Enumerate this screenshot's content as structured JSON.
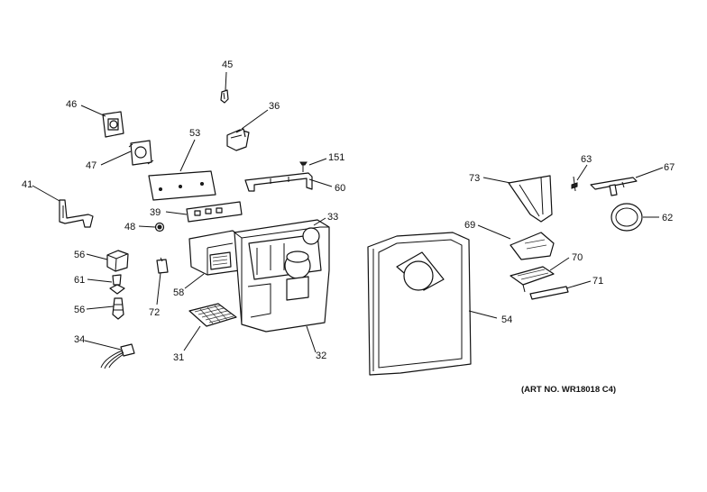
{
  "art_number": "(ART NO. WR18018 C4)",
  "header_marks": [
    "31",
    "32",
    "33",
    "34",
    "36",
    "39",
    "41",
    "45",
    "46",
    "47",
    "48",
    "53",
    "54",
    "56",
    "58",
    "60",
    "61",
    "62",
    "63",
    "67",
    "69",
    "70",
    "71",
    "72",
    "73",
    "151"
  ],
  "parts": [
    {
      "id": "p45",
      "label": "45"
    },
    {
      "id": "p46",
      "label": "46"
    },
    {
      "id": "p36",
      "label": "36"
    },
    {
      "id": "p53",
      "label": "53"
    },
    {
      "id": "p47",
      "label": "47"
    },
    {
      "id": "p151",
      "label": "151"
    },
    {
      "id": "p41",
      "label": "41"
    },
    {
      "id": "p60",
      "label": "60"
    },
    {
      "id": "p39",
      "label": "39"
    },
    {
      "id": "p33",
      "label": "33"
    },
    {
      "id": "p48",
      "label": "48"
    },
    {
      "id": "p56a",
      "label": "56"
    },
    {
      "id": "p61",
      "label": "61"
    },
    {
      "id": "p58",
      "label": "58"
    },
    {
      "id": "p56b",
      "label": "56"
    },
    {
      "id": "p72",
      "label": "72"
    },
    {
      "id": "p34",
      "label": "34"
    },
    {
      "id": "p31",
      "label": "31"
    },
    {
      "id": "p32",
      "label": "32"
    },
    {
      "id": "p54",
      "label": "54"
    },
    {
      "id": "p73",
      "label": "73"
    },
    {
      "id": "p63",
      "label": "63"
    },
    {
      "id": "p67",
      "label": "67"
    },
    {
      "id": "p62",
      "label": "62"
    },
    {
      "id": "p69",
      "label": "69"
    },
    {
      "id": "p70",
      "label": "70"
    },
    {
      "id": "p71",
      "label": "71"
    }
  ]
}
